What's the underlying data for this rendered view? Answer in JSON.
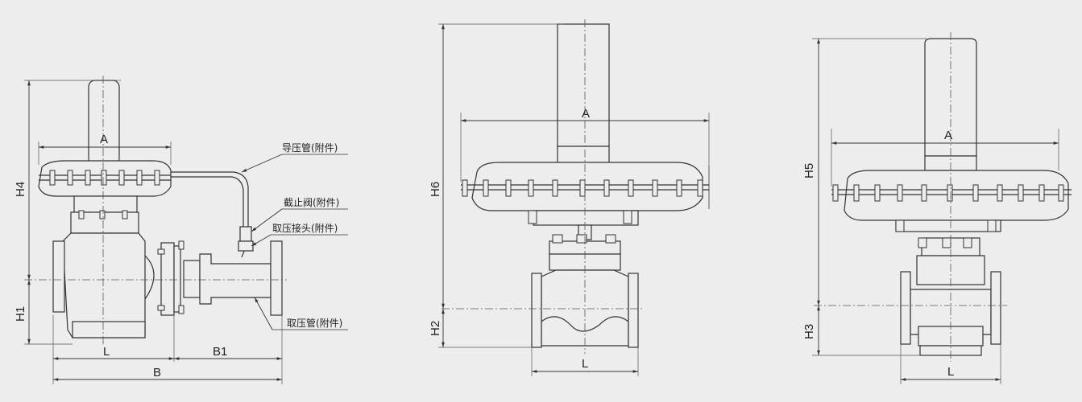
{
  "views": {
    "side": {
      "dims": {
        "A": "A",
        "H4": "H4",
        "H1": "H1",
        "L": "L",
        "B1": "B1",
        "B": "B"
      },
      "callouts": [
        {
          "text": "导压管(附件)"
        },
        {
          "text": "截止阀(附件)"
        },
        {
          "text": "取压接头(附件)"
        },
        {
          "text": "取压管(附件)"
        }
      ]
    },
    "front_mid": {
      "dims": {
        "A": "A",
        "H6": "H6",
        "H2": "H2",
        "L": "L"
      }
    },
    "front_right": {
      "dims": {
        "A": "A",
        "H5": "H5",
        "H3": "H3",
        "L": "L"
      }
    }
  }
}
